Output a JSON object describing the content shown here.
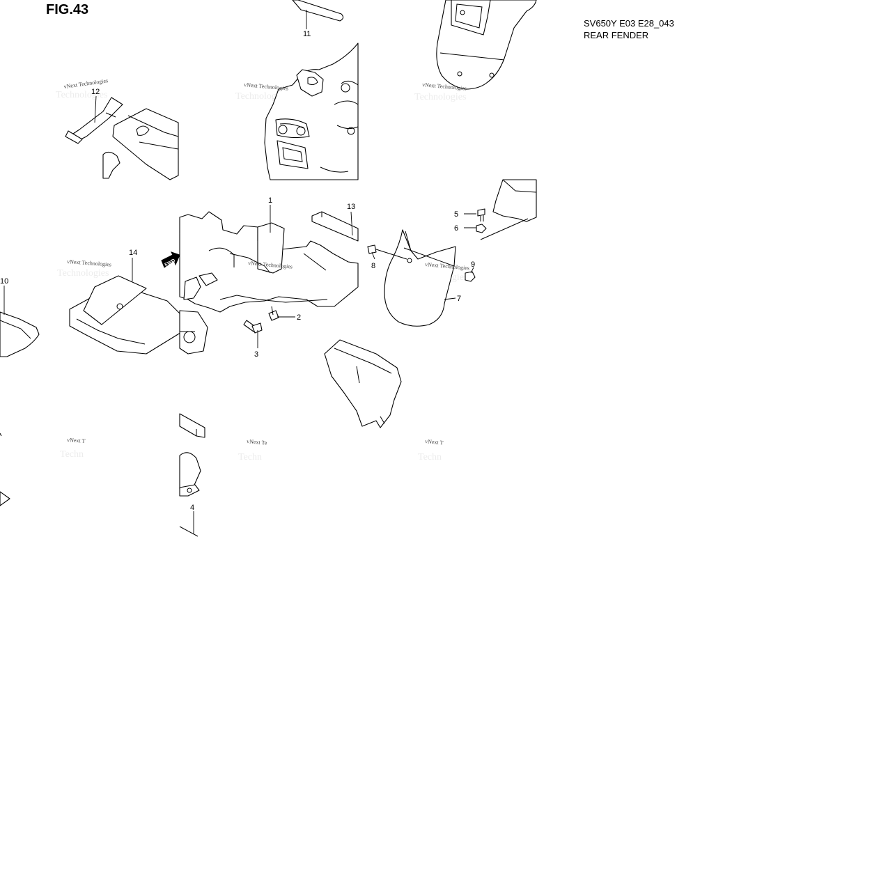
{
  "figure": {
    "title": "FIG.43",
    "model_code": "SV650Y E03 E28_043",
    "name": "REAR FENDER"
  },
  "watermark": {
    "text": "vNext Technologies",
    "text_cut_a": "vNext T",
    "text_cut_b": "vNext Te",
    "faint_a": "Technologies",
    "faint_b": "Techn"
  },
  "direction_marker": "FWD",
  "callouts": {
    "p1": "1",
    "p2": "2",
    "p3": "3",
    "p4": "4",
    "p5": "5",
    "p6": "6",
    "p7": "7",
    "p8": "8",
    "p9": "9",
    "p10": "10",
    "p11": "11",
    "p12": "12",
    "p13": "13",
    "p14": "14"
  }
}
